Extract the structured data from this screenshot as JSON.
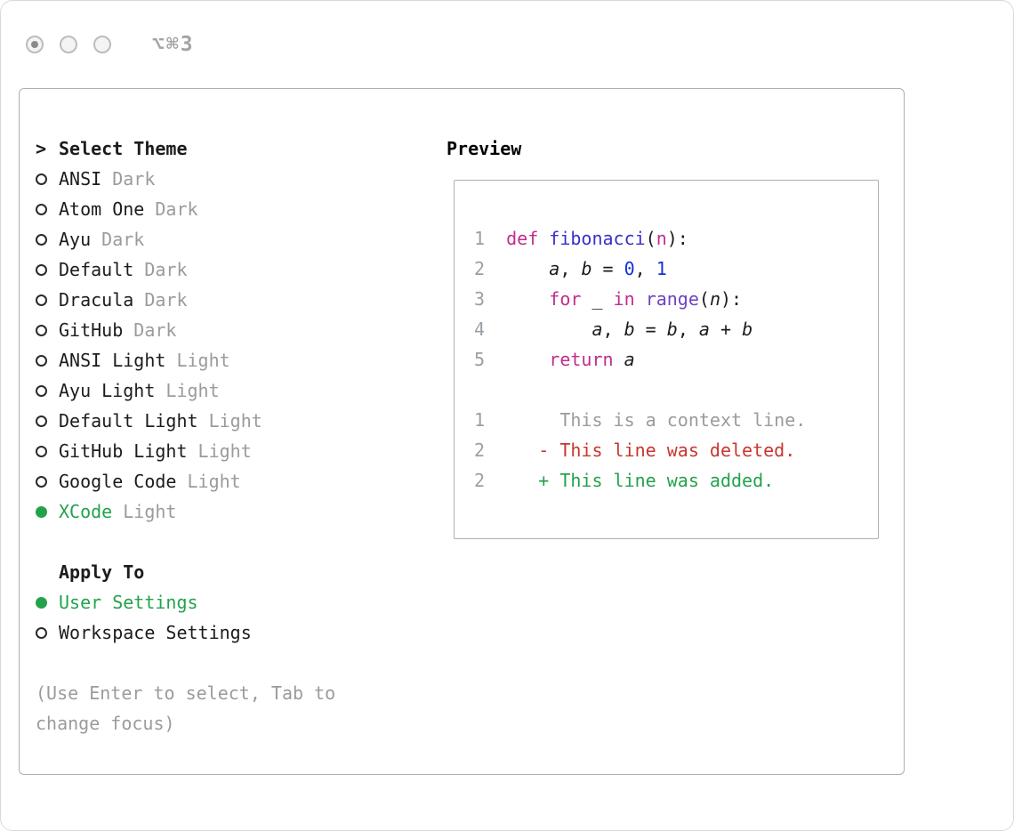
{
  "titlebar": {
    "shortcut": "⌥⌘3"
  },
  "colors": {
    "accent_green": "#23a24d",
    "deleted_red": "#c8362e",
    "keyword": "#c22d8d",
    "funcdef": "#3b2fc9",
    "call": "#6f42c1",
    "number": "#1531d8",
    "plain": "#1c1c1c",
    "muted": "#9b9b9b",
    "lineno": "#98a0a5"
  },
  "selector": {
    "prompt": ">",
    "title": "Select Theme",
    "themes": [
      {
        "name": "ANSI",
        "variant": "Dark",
        "selected": false
      },
      {
        "name": "Atom One",
        "variant": "Dark",
        "selected": false
      },
      {
        "name": "Ayu",
        "variant": "Dark",
        "selected": false
      },
      {
        "name": "Default",
        "variant": "Dark",
        "selected": false
      },
      {
        "name": "Dracula",
        "variant": "Dark",
        "selected": false
      },
      {
        "name": "GitHub",
        "variant": "Dark",
        "selected": false
      },
      {
        "name": "ANSI Light",
        "variant": "Light",
        "selected": false
      },
      {
        "name": "Ayu Light",
        "variant": "Light",
        "selected": false
      },
      {
        "name": "Default Light",
        "variant": "Light",
        "selected": false
      },
      {
        "name": "GitHub Light",
        "variant": "Light",
        "selected": false
      },
      {
        "name": "Google Code",
        "variant": "Light",
        "selected": false
      },
      {
        "name": "XCode",
        "variant": "Light",
        "selected": true
      }
    ],
    "apply_to": {
      "title": "Apply To",
      "options": [
        {
          "label": "User Settings",
          "selected": true
        },
        {
          "label": "Workspace Settings",
          "selected": false
        }
      ]
    },
    "hint": [
      "(Use Enter to select, Tab to",
      "change focus)"
    ]
  },
  "preview": {
    "title": "Preview",
    "code_lines": [
      {
        "num": "1",
        "tokens": [
          {
            "t": "def",
            "c": "keyword"
          },
          {
            "t": " "
          },
          {
            "t": "fibonacci",
            "c": "funcdef"
          },
          {
            "t": "("
          },
          {
            "t": "n",
            "c": "keyword"
          },
          {
            "t": "):"
          }
        ]
      },
      {
        "num": "2",
        "tokens": [
          {
            "t": "    "
          },
          {
            "t": "a",
            "i": true
          },
          {
            "t": ", "
          },
          {
            "t": "b",
            "i": true
          },
          {
            "t": " = "
          },
          {
            "t": "0",
            "c": "number"
          },
          {
            "t": ", "
          },
          {
            "t": "1",
            "c": "number"
          }
        ]
      },
      {
        "num": "3",
        "tokens": [
          {
            "t": "    "
          },
          {
            "t": "for",
            "c": "keyword"
          },
          {
            "t": " _ "
          },
          {
            "t": "in",
            "c": "keyword"
          },
          {
            "t": " "
          },
          {
            "t": "range",
            "c": "call"
          },
          {
            "t": "("
          },
          {
            "t": "n",
            "i": true
          },
          {
            "t": "):"
          }
        ]
      },
      {
        "num": "4",
        "tokens": [
          {
            "t": "        "
          },
          {
            "t": "a",
            "i": true
          },
          {
            "t": ", "
          },
          {
            "t": "b",
            "i": true
          },
          {
            "t": " = "
          },
          {
            "t": "b",
            "i": true
          },
          {
            "t": ", "
          },
          {
            "t": "a",
            "i": true
          },
          {
            "t": " + "
          },
          {
            "t": "b",
            "i": true
          }
        ]
      },
      {
        "num": "5",
        "tokens": [
          {
            "t": "    "
          },
          {
            "t": "return",
            "c": "keyword"
          },
          {
            "t": " "
          },
          {
            "t": "a",
            "i": true
          }
        ]
      }
    ],
    "diff_lines": [
      {
        "num": "1",
        "sign": " ",
        "text": "This is a context line.",
        "type": "context"
      },
      {
        "num": "2",
        "sign": "-",
        "text": "This line was deleted.",
        "type": "deleted"
      },
      {
        "num": "2",
        "sign": "+",
        "text": "This line was added.",
        "type": "added"
      }
    ]
  }
}
